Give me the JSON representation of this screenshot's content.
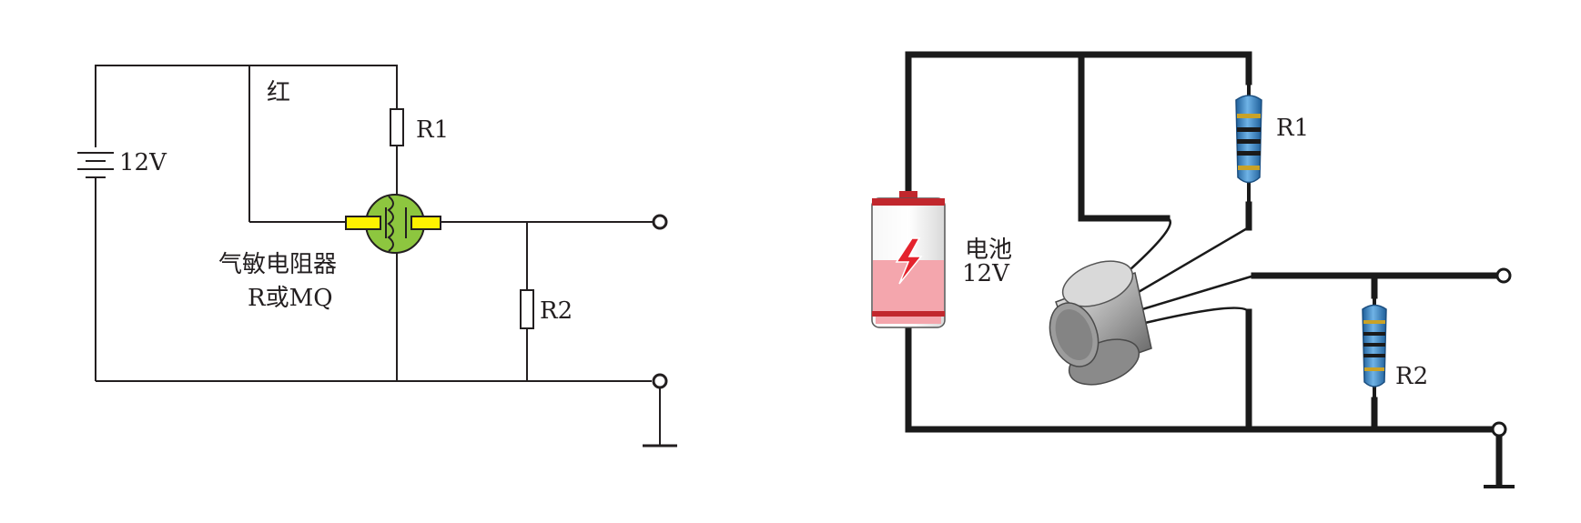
{
  "schematic": {
    "battery_label": "12V",
    "red_label": "红",
    "r1_label": "R1",
    "r2_label": "R2",
    "sensor_label_line1": "气敏电阻器",
    "sensor_label_line2": "R或MQ"
  },
  "pictorial": {
    "battery_label_line1": "电池",
    "battery_label_line2": "12V",
    "r1_label": "R1",
    "r2_label": "R2"
  },
  "colors": {
    "sensor_body": "#8dc63f",
    "sensor_pins": "#fff200",
    "battery_fill": "#f4a6ad",
    "resistor_body": "#3b86c6"
  }
}
